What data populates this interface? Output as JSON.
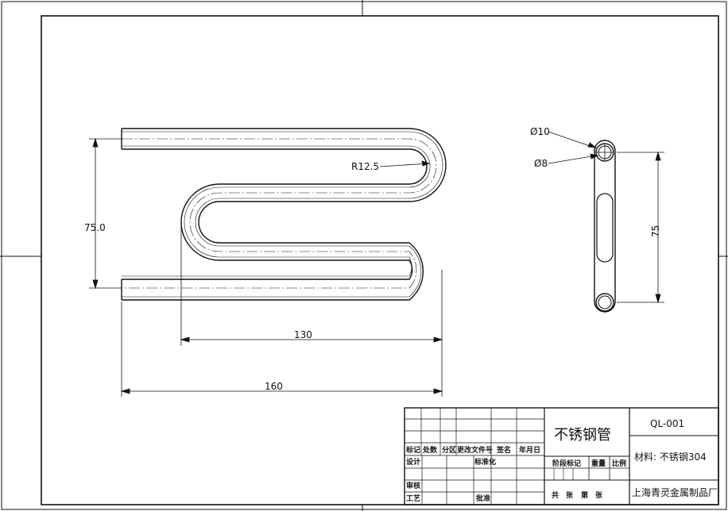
{
  "front_view": {
    "dim_height": "75.0",
    "dim_radius": "R12.5",
    "dim_inner_width": "130",
    "dim_overall_width": "160"
  },
  "side_view": {
    "dim_outer_diameter": "Ø10",
    "dim_inner_diameter": "Ø8",
    "dim_height": "75"
  },
  "title_block": {
    "part_name": "不锈钢管",
    "drawing_number": "QL-001",
    "material": "材料: 不锈钢304",
    "company": "上海青灵金属制品厂",
    "hdr_mark": "标记",
    "hdr_count": "处数",
    "hdr_zone": "分区",
    "hdr_change_doc": "更改文件号",
    "hdr_signature": "签名",
    "hdr_date": "年月日",
    "row_design": "设计",
    "row_standardize": "标准化",
    "row_check": "审核",
    "row_process": "工艺",
    "row_approve": "批准",
    "stage_mark": "阶段标记",
    "weight": "重量",
    "scale": "比例",
    "sheets_total": "共",
    "sheets_unit": "张",
    "sheet_no": "第",
    "sheet_unit": "张"
  },
  "colors": {
    "line": "#111111",
    "paper": "#ffffff"
  }
}
